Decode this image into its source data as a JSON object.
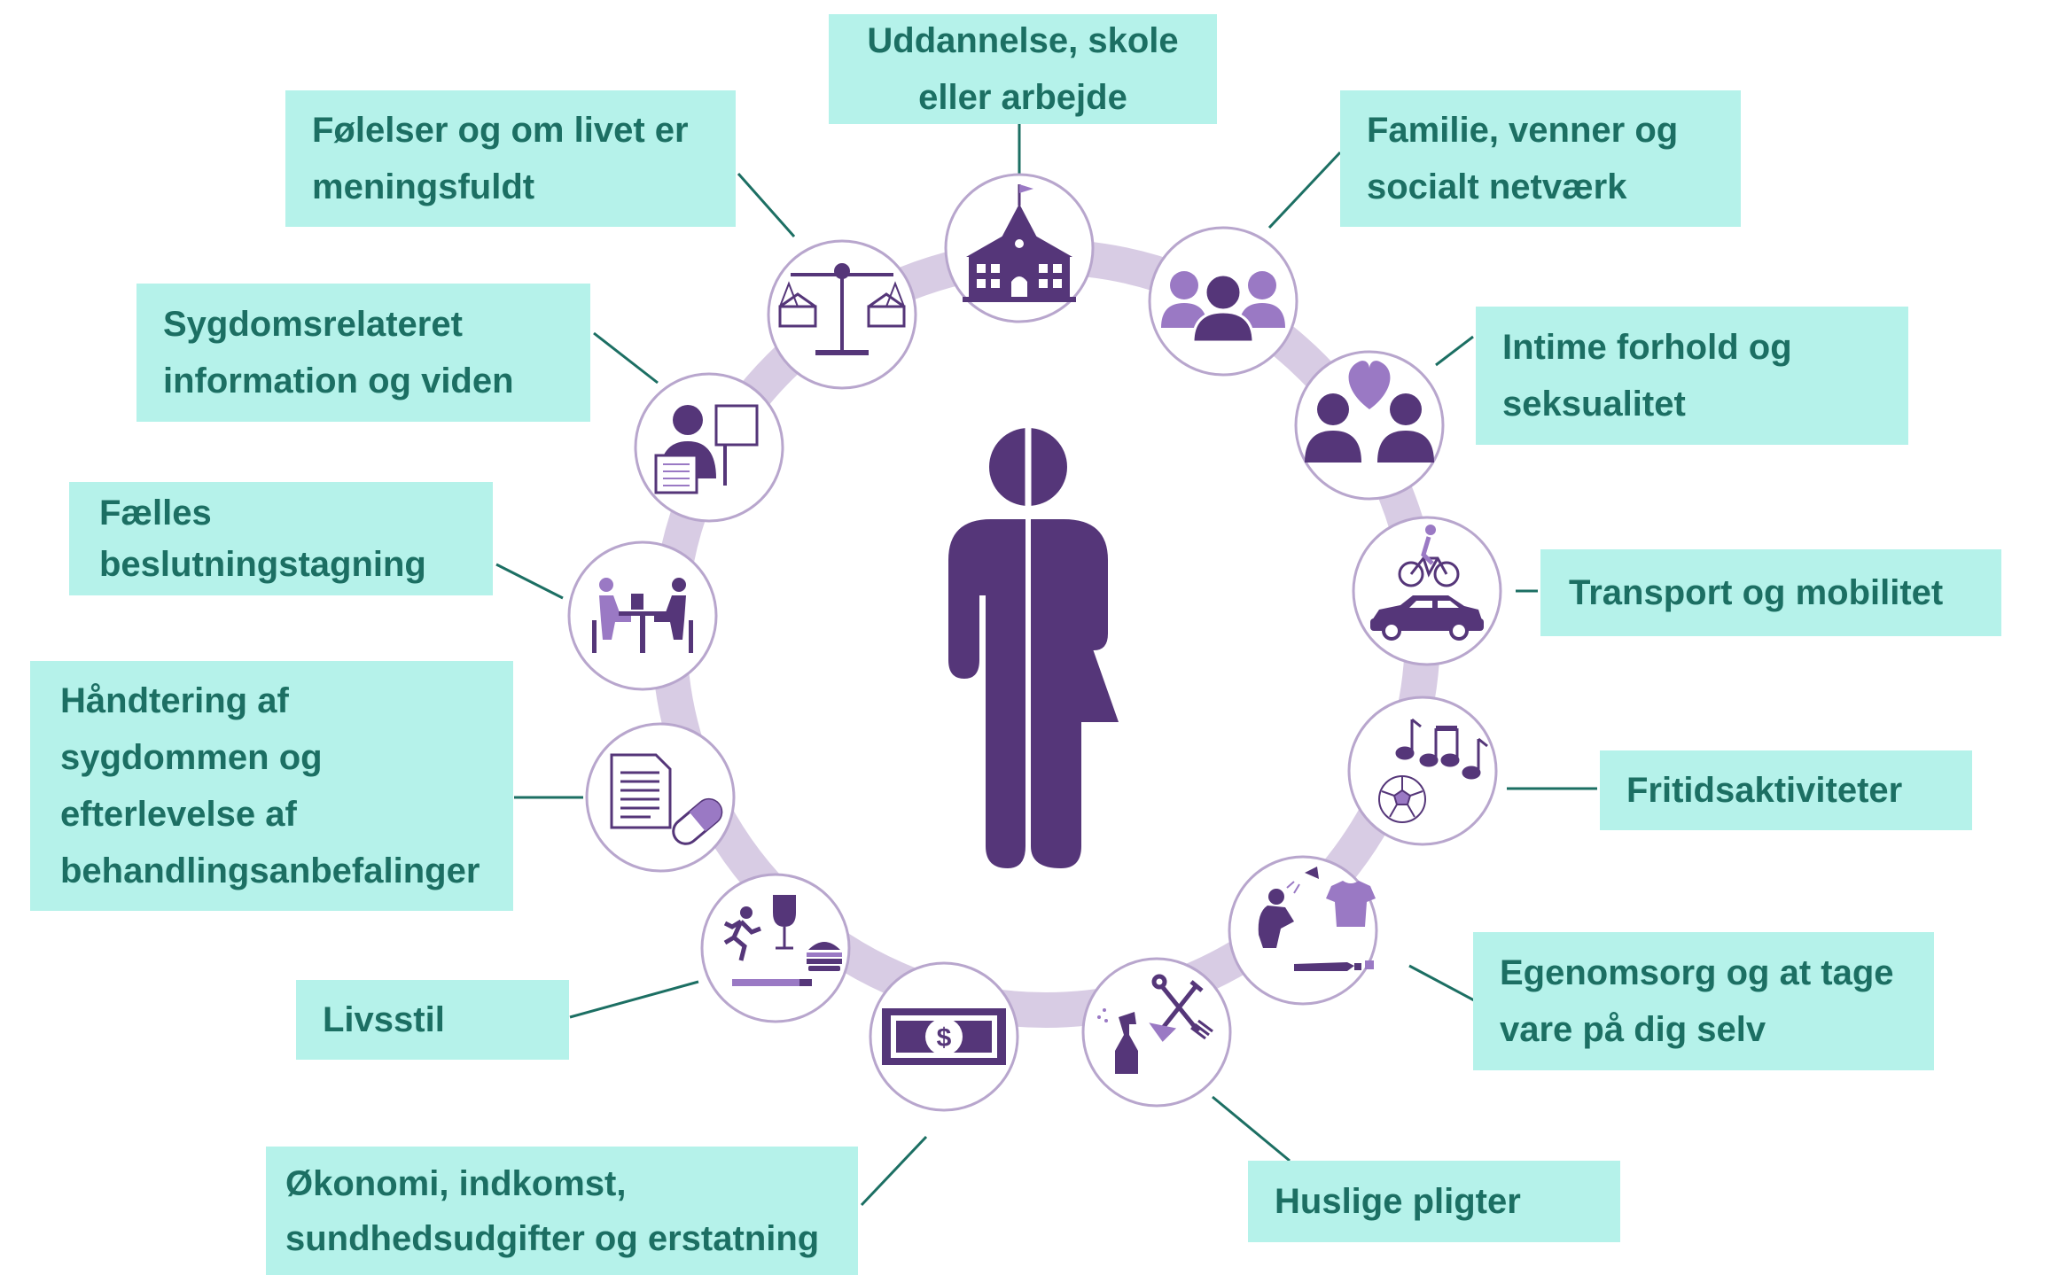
{
  "colors": {
    "label_bg": "#b5f2ea",
    "label_text": "#1c6f63",
    "ring": "#d8cce4",
    "icon": "#553679",
    "icon_light": "#9a79c4",
    "circle_border": "#b8a6cd",
    "connector": "#1c6f63"
  },
  "center_icon": "half-male-half-female-person-icon",
  "labels": [
    {
      "id": "uddannelse",
      "lines": [
        "Uddannelse, skole",
        "eller arbejde"
      ]
    },
    {
      "id": "familie",
      "lines": [
        "Familie, venner og",
        "socialt netværk"
      ]
    },
    {
      "id": "intime",
      "lines": [
        "Intime forhold og",
        "seksualitet"
      ]
    },
    {
      "id": "transport",
      "lines": [
        "Transport og mobilitet"
      ]
    },
    {
      "id": "fritid",
      "lines": [
        "Fritidsaktiviteter"
      ]
    },
    {
      "id": "egenomsorg",
      "lines": [
        "Egenomsorg og at tage",
        "vare på dig selv"
      ]
    },
    {
      "id": "huslige",
      "lines": [
        "Huslige pligter"
      ]
    },
    {
      "id": "okonomi",
      "lines": [
        "Økonomi, indkomst,",
        "sundhedsudgifter og erstatning"
      ]
    },
    {
      "id": "livsstil",
      "lines": [
        "Livsstil"
      ]
    },
    {
      "id": "haandtering",
      "lines": [
        "Håndtering af",
        "sygdommen og",
        "efterlevelse af",
        "behandlingsanbefalinger"
      ]
    },
    {
      "id": "faelles",
      "lines": [
        "Fælles",
        "beslutningstagning"
      ]
    },
    {
      "id": "sygdomsrelateret",
      "lines": [
        "Sygdomsrelateret",
        "information og viden"
      ]
    },
    {
      "id": "folelser",
      "lines": [
        "Følelser og om livet er",
        "meningsfuldt"
      ]
    }
  ],
  "nodes": [
    {
      "id": "uddannelse",
      "icons": [
        "school-building-icon"
      ]
    },
    {
      "id": "familie",
      "icons": [
        "group-of-people-icon"
      ]
    },
    {
      "id": "intime",
      "icons": [
        "couple-with-heart-icon"
      ]
    },
    {
      "id": "transport",
      "icons": [
        "bicycle-rider-icon",
        "car-icon"
      ]
    },
    {
      "id": "fritid",
      "icons": [
        "music-notes-icon",
        "soccer-ball-icon"
      ]
    },
    {
      "id": "egenomsorg",
      "icons": [
        "shower-icon",
        "tshirt-icon",
        "toothpaste-icon"
      ]
    },
    {
      "id": "huslige",
      "icons": [
        "spray-bottle-icon",
        "garden-tools-icon"
      ]
    },
    {
      "id": "okonomi",
      "icons": [
        "dollar-bill-icon"
      ]
    },
    {
      "id": "livsstil",
      "icons": [
        "running-person-icon",
        "wine-glass-icon",
        "burger-icon",
        "cigarette-icon"
      ]
    },
    {
      "id": "haandtering",
      "icons": [
        "document-icon",
        "pill-capsule-icon"
      ]
    },
    {
      "id": "faelles",
      "icons": [
        "meeting-at-table-icon"
      ]
    },
    {
      "id": "sygdomsrelateret",
      "icons": [
        "person-reading-board-icon"
      ]
    },
    {
      "id": "folelser",
      "icons": [
        "balance-scale-icon"
      ]
    }
  ]
}
